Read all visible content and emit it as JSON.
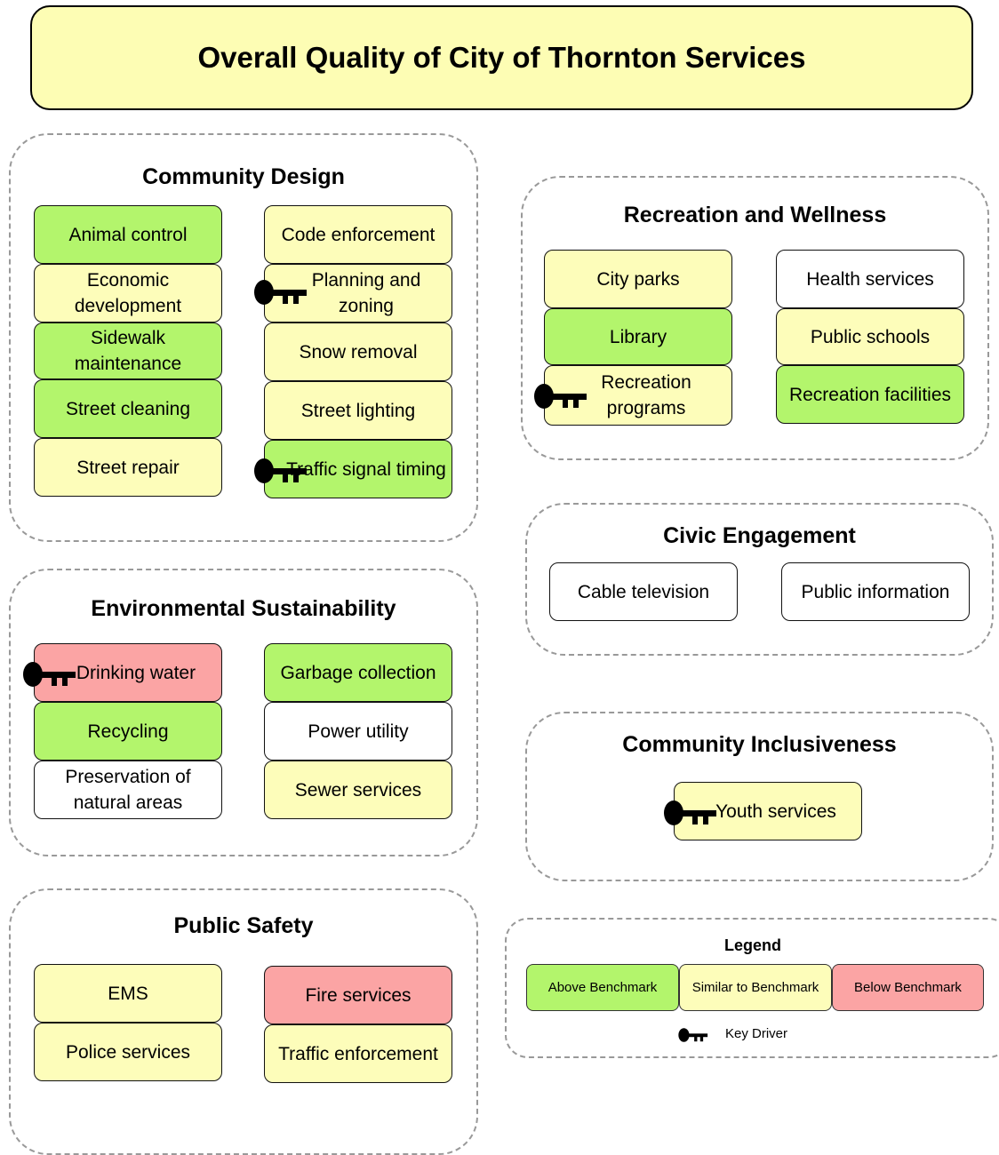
{
  "title": "Overall Quality of City of Thornton Services",
  "colors": {
    "above": "#b3f56c",
    "similar": "#fdfdba",
    "below": "#fba4a4",
    "none": "#ffffff"
  },
  "groups": {
    "community_design": {
      "heading": "Community Design",
      "items": [
        {
          "label": "Animal control",
          "status": "above",
          "key_driver": false
        },
        {
          "label": "Economic development",
          "status": "similar",
          "key_driver": false
        },
        {
          "label": "Sidewalk maintenance",
          "status": "above",
          "key_driver": false
        },
        {
          "label": "Street cleaning",
          "status": "above",
          "key_driver": false
        },
        {
          "label": "Street repair",
          "status": "similar",
          "key_driver": false
        },
        {
          "label": "Code enforcement",
          "status": "similar",
          "key_driver": false
        },
        {
          "label": "Planning and zoning",
          "status": "similar",
          "key_driver": true
        },
        {
          "label": "Snow removal",
          "status": "similar",
          "key_driver": false
        },
        {
          "label": "Street lighting",
          "status": "similar",
          "key_driver": false
        },
        {
          "label": "Traffic signal timing",
          "status": "above",
          "key_driver": true
        }
      ]
    },
    "recreation_wellness": {
      "heading": "Recreation and Wellness",
      "items": [
        {
          "label": "City parks",
          "status": "similar",
          "key_driver": false
        },
        {
          "label": "Library",
          "status": "above",
          "key_driver": false
        },
        {
          "label": "Recreation programs",
          "status": "similar",
          "key_driver": true
        },
        {
          "label": "Health services",
          "status": "none",
          "key_driver": false
        },
        {
          "label": "Public schools",
          "status": "similar",
          "key_driver": false
        },
        {
          "label": "Recreation facilities",
          "status": "above",
          "key_driver": false
        }
      ]
    },
    "environmental_sustainability": {
      "heading": "Environmental Sustainability",
      "items": [
        {
          "label": "Drinking water",
          "status": "below",
          "key_driver": true
        },
        {
          "label": "Recycling",
          "status": "above",
          "key_driver": false
        },
        {
          "label": "Preservation of natural areas",
          "status": "none",
          "key_driver": false
        },
        {
          "label": "Garbage collection",
          "status": "above",
          "key_driver": false
        },
        {
          "label": "Power utility",
          "status": "none",
          "key_driver": false
        },
        {
          "label": "Sewer services",
          "status": "similar",
          "key_driver": false
        }
      ]
    },
    "civic_engagement": {
      "heading": "Civic Engagement",
      "items": [
        {
          "label": "Cable television",
          "status": "none",
          "key_driver": false
        },
        {
          "label": "Public information",
          "status": "none",
          "key_driver": false
        }
      ]
    },
    "community_inclusiveness": {
      "heading": "Community Inclusiveness",
      "items": [
        {
          "label": "Youth services",
          "status": "similar",
          "key_driver": true
        }
      ]
    },
    "public_safety": {
      "heading": "Public Safety",
      "items": [
        {
          "label": "EMS",
          "status": "similar",
          "key_driver": false
        },
        {
          "label": "Police services",
          "status": "similar",
          "key_driver": false
        },
        {
          "label": "Fire services",
          "status": "below",
          "key_driver": false
        },
        {
          "label": "Traffic enforcement",
          "status": "similar",
          "key_driver": false
        }
      ]
    }
  },
  "legend": {
    "title": "Legend",
    "above": "Above Benchmark",
    "similar": "Similar to Benchmark",
    "below": "Below Benchmark",
    "key_driver": "Key Driver"
  }
}
